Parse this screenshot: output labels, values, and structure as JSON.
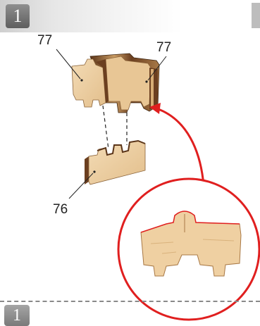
{
  "steps": {
    "current": "1",
    "next": "1"
  },
  "labels": {
    "part_top_left": "77",
    "part_top_right": "77",
    "part_bottom": "76"
  },
  "colors": {
    "wood_light": "#e9c89a",
    "wood_dark": "#6b3f20",
    "callout_red": "#e01f1f"
  }
}
